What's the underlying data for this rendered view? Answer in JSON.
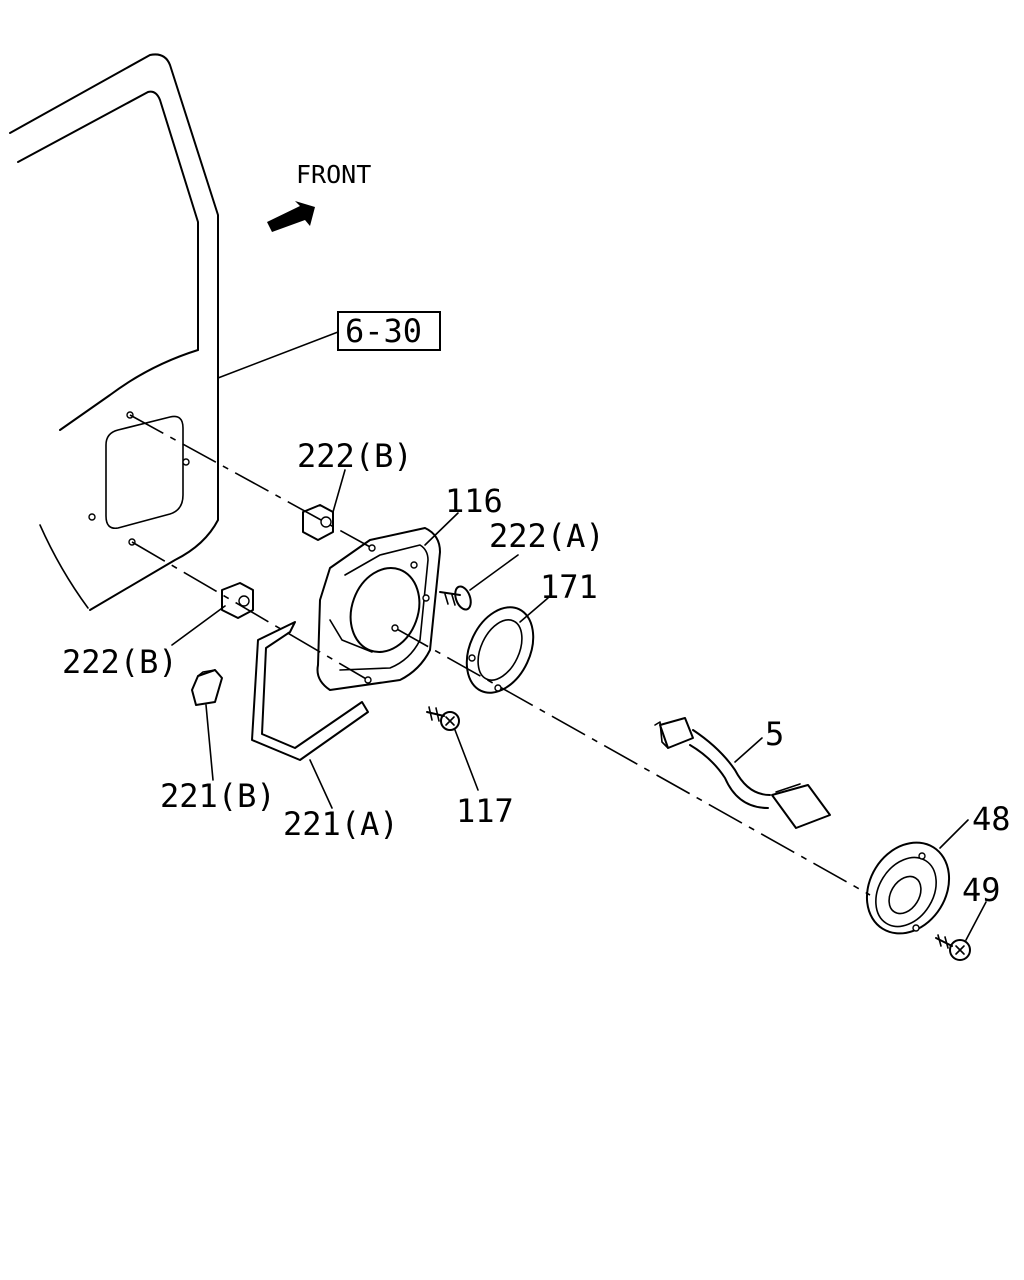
{
  "front_label": "FRONT",
  "ref_box": "6-30",
  "callouts": {
    "c222b_top": "222(B)",
    "c116": "116",
    "c222a": "222(A)",
    "c171": "171",
    "c222b_left": "222(B)",
    "c5": "5",
    "c221b": "221(B)",
    "c221a": "221(A)",
    "c117": "117",
    "c48": "48",
    "c49": "49"
  }
}
